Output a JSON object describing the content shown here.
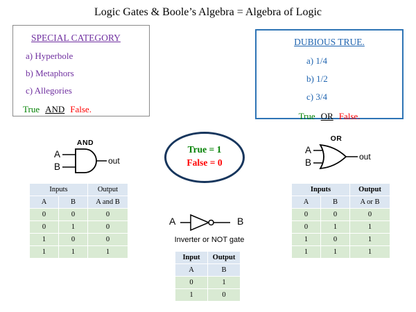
{
  "title": "Logic Gates & Boole’s Algebra = Algebra of Logic",
  "special_box": {
    "heading": "SPECIAL CATEGORY",
    "items": [
      "a)  Hyperbole",
      "b) Metaphors",
      "c) Allegories"
    ],
    "true_word": "True",
    "operator": "AND",
    "false_word": "False."
  },
  "dubious_box": {
    "heading": "DUBIOUS TRUE.",
    "items": [
      "a)  1/4",
      "b)  1/2",
      "c)  3/4"
    ],
    "true_word": "True",
    "operator": "OR",
    "false_word": "False."
  },
  "center_ellipse": {
    "line1": "True = 1",
    "line2": "False = 0"
  },
  "and_gate": {
    "label": "AND",
    "input_a": "A",
    "input_b": "B",
    "output": "out"
  },
  "or_gate": {
    "label": "OR",
    "input_a": "A",
    "input_b": "B",
    "output": "out"
  },
  "not_gate": {
    "input": "A",
    "output": "B",
    "caption": "Inverter or NOT gate"
  },
  "and_table": {
    "group_headers": [
      "Inputs",
      "Output"
    ],
    "col_headers": [
      "A",
      "B",
      "A and B"
    ],
    "rows": [
      [
        "0",
        "0",
        "0"
      ],
      [
        "0",
        "1",
        "0"
      ],
      [
        "1",
        "0",
        "0"
      ],
      [
        "1",
        "1",
        "1"
      ]
    ]
  },
  "or_table": {
    "group_headers": [
      "Inputs",
      "Output"
    ],
    "col_headers": [
      "A",
      "B",
      "A or B"
    ],
    "rows": [
      [
        "0",
        "0",
        "0"
      ],
      [
        "0",
        "1",
        "1"
      ],
      [
        "1",
        "0",
        "1"
      ],
      [
        "1",
        "1",
        "1"
      ]
    ]
  },
  "not_table": {
    "col_headers": [
      "Input",
      "Output"
    ],
    "sub_headers": [
      "A",
      "B"
    ],
    "rows": [
      [
        "0",
        "1"
      ],
      [
        "1",
        "0"
      ]
    ]
  },
  "colors": {
    "purple": "#7030a0",
    "blue": "#1f64b0",
    "green": "#008000",
    "red": "#ff0000",
    "table_header_bg": "#dce6f1",
    "table_data_bg": "#d9ead3",
    "ellipse_border": "#17365d",
    "right_box_border": "#2e74b5"
  }
}
